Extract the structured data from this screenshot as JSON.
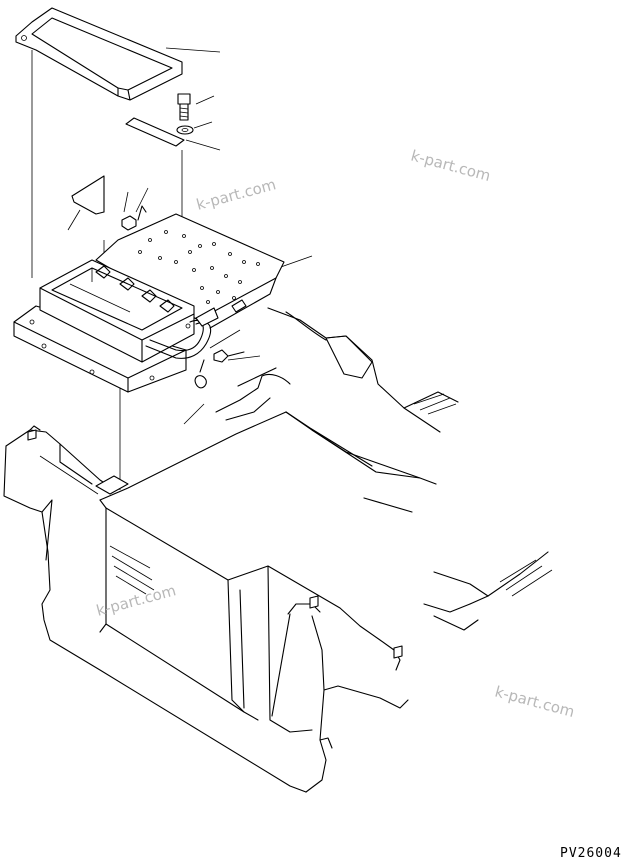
{
  "drawing": {
    "code": "PV26004",
    "watermarks": [
      "k-part.com",
      "k-part.com",
      "k-part.com",
      "k-part.com"
    ]
  }
}
